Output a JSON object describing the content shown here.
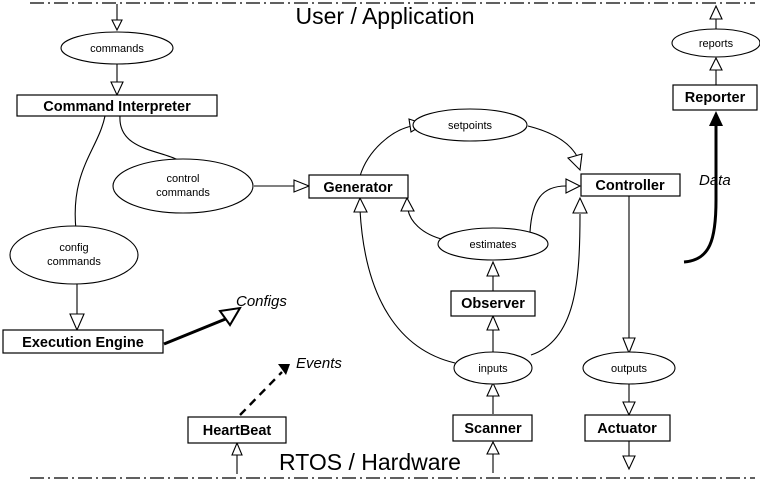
{
  "top_layer": "User / Application",
  "bottom_layer": "RTOS / Hardware",
  "components": {
    "command_interpreter": "Command Interpreter",
    "execution_engine": "Execution Engine",
    "generator": "Generator",
    "controller": "Controller",
    "observer": "Observer",
    "scanner": "Scanner",
    "actuator": "Actuator",
    "heartbeat": "HeartBeat",
    "reporter": "Reporter"
  },
  "messages": {
    "commands": "commands",
    "reports": "reports",
    "setpoints": "setpoints",
    "control_commands_1": "control",
    "control_commands_2": "commands",
    "config_commands_1": "config",
    "config_commands_2": "commands",
    "estimates": "estimates",
    "inputs": "inputs",
    "outputs": "outputs"
  },
  "flows": {
    "configs": "Configs",
    "events": "Events",
    "data": "Data"
  }
}
